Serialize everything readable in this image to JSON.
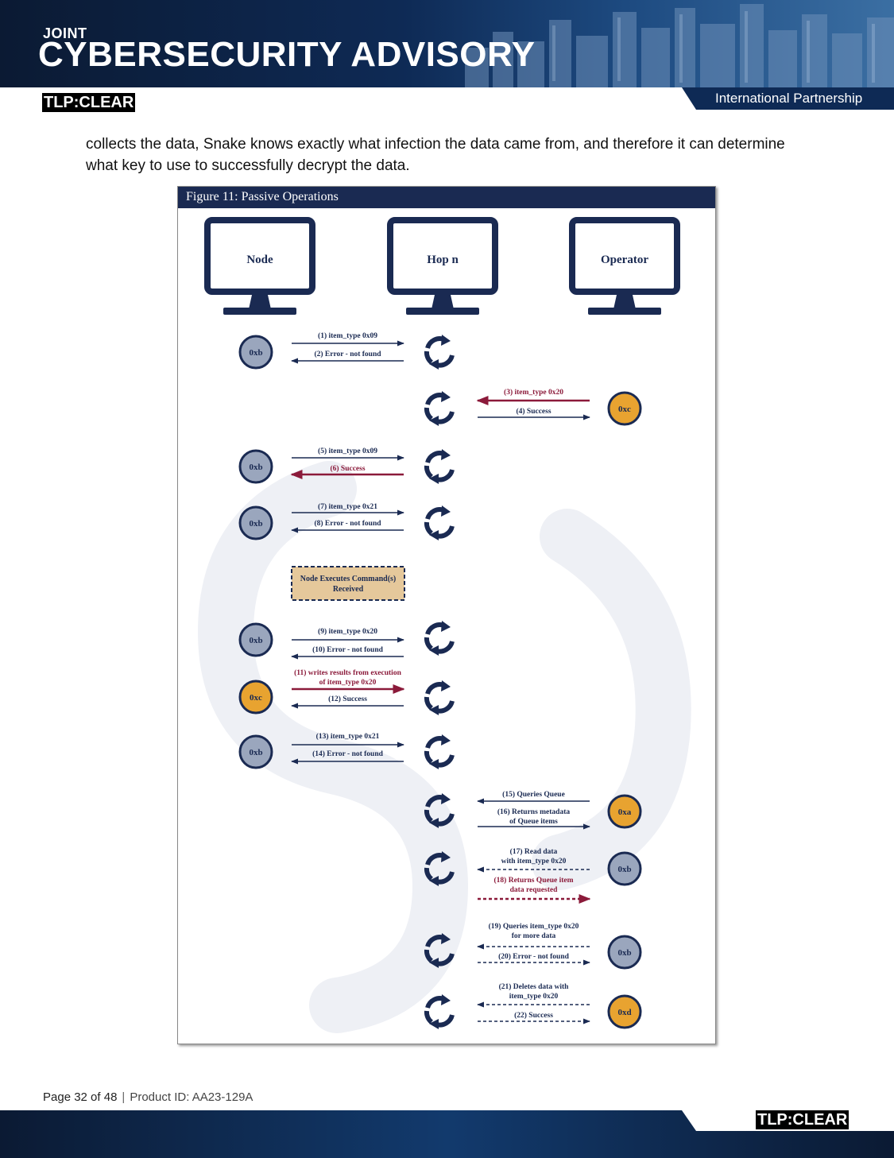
{
  "header": {
    "kicker": "JOINT",
    "title": "CYBERSECURITY ADVISORY",
    "tlp": "TLP:CLEAR",
    "partnership": "International Partnership"
  },
  "body_text": "collects the data, Snake knows exactly what infection the data came from, and therefore it can determine what key to use to successfully decrypt the data.",
  "figure": {
    "title": "Figure 11: Passive Operations",
    "columns": [
      "Node",
      "Hop n",
      "Operator"
    ],
    "note": [
      "Node Executes Command(s)",
      "Received"
    ],
    "steps": [
      {
        "labels": [
          "(1) item_type 0x09"
        ],
        "color": "navy"
      },
      {
        "labels": [
          "(2) Error - not found"
        ],
        "color": "navy"
      },
      {
        "labels": [
          "(3) item_type 0x20"
        ],
        "color": "crimson"
      },
      {
        "labels": [
          "(4) Success"
        ],
        "color": "navy"
      },
      {
        "labels": [
          "(5) item_type 0x09"
        ],
        "color": "navy"
      },
      {
        "labels": [
          "(6) Success"
        ],
        "color": "crimson"
      },
      {
        "labels": [
          "(7) item_type 0x21"
        ],
        "color": "navy"
      },
      {
        "labels": [
          "(8) Error - not found"
        ],
        "color": "navy"
      },
      {
        "labels": [
          "(9) item_type 0x20"
        ],
        "color": "navy"
      },
      {
        "labels": [
          "(10) Error - not found"
        ],
        "color": "navy"
      },
      {
        "labels": [
          "(11) writes results from execution",
          "of item_type 0x20"
        ],
        "color": "crimson"
      },
      {
        "labels": [
          "(12) Success"
        ],
        "color": "navy"
      },
      {
        "labels": [
          "(13) item_type 0x21"
        ],
        "color": "navy"
      },
      {
        "labels": [
          "(14) Error - not found"
        ],
        "color": "navy"
      },
      {
        "labels": [
          "(15) Queries Queue"
        ],
        "color": "navy"
      },
      {
        "labels": [
          "(16) Returns metadata",
          "of Queue items"
        ],
        "color": "navy"
      },
      {
        "labels": [
          "(17) Read data",
          "with item_type 0x20"
        ],
        "color": "navy"
      },
      {
        "labels": [
          "(18) Returns Queue item",
          "data requested"
        ],
        "color": "crimson"
      },
      {
        "labels": [
          "(19) Queries item_type 0x20",
          "for more data"
        ],
        "color": "navy"
      },
      {
        "labels": [
          "(20) Error - not found"
        ],
        "color": "navy"
      },
      {
        "labels": [
          "(21) Deletes data with",
          "item_type 0x20"
        ],
        "color": "navy"
      },
      {
        "labels": [
          "(22) Success"
        ],
        "color": "navy"
      }
    ],
    "circles": [
      "0xb",
      "0xc",
      "0xb",
      "0xb",
      "0xb",
      "0xc",
      "0xb",
      "0xa",
      "0xb",
      "0xb",
      "0xd"
    ],
    "colors": {
      "navy": "#1a2a52",
      "crimson": "#8b1a3a",
      "gray_circle": "#9aa6bd",
      "orange_circle": "#e8a330",
      "note_fill": "#e5c89b"
    }
  },
  "footer": {
    "page": "Page 32 of 48",
    "separator": "|",
    "product": "Product ID: AA23-129A",
    "tlp": "TLP:CLEAR"
  }
}
